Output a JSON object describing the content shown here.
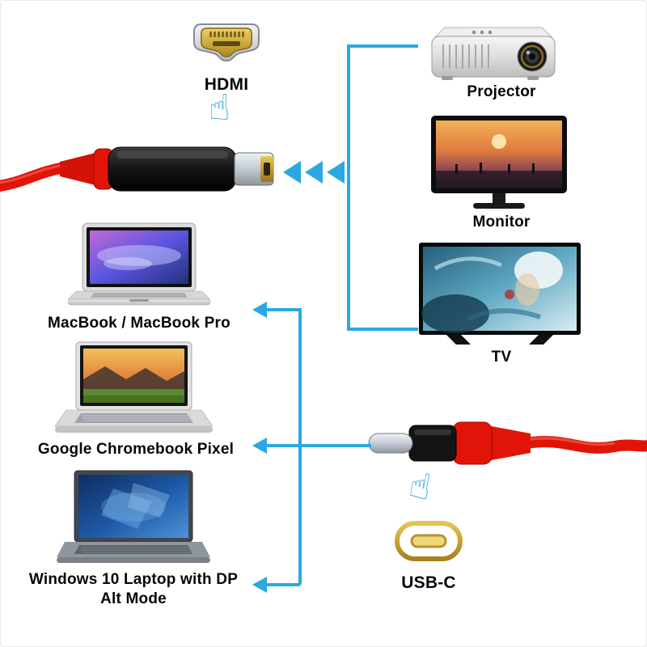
{
  "colors": {
    "accent": "#2BA8E0",
    "cable_red": "#E01508",
    "connector_gold": "#C9A227"
  },
  "icons": {
    "tap_hand": "☝"
  },
  "hdmi_connector": {
    "label": "HDMI"
  },
  "usb_c_connector": {
    "label": "USB-C"
  },
  "output_devices": [
    {
      "id": "projector",
      "label": "Projector"
    },
    {
      "id": "monitor",
      "label": "Monitor"
    },
    {
      "id": "tv",
      "label": "TV"
    }
  ],
  "input_devices": [
    {
      "id": "macbook",
      "label": "MacBook / MacBook Pro"
    },
    {
      "id": "chromebook",
      "label": "Google Chromebook Pixel"
    },
    {
      "id": "windows-laptop",
      "label": "Windows 10 Laptop with DP Alt Mode"
    }
  ]
}
